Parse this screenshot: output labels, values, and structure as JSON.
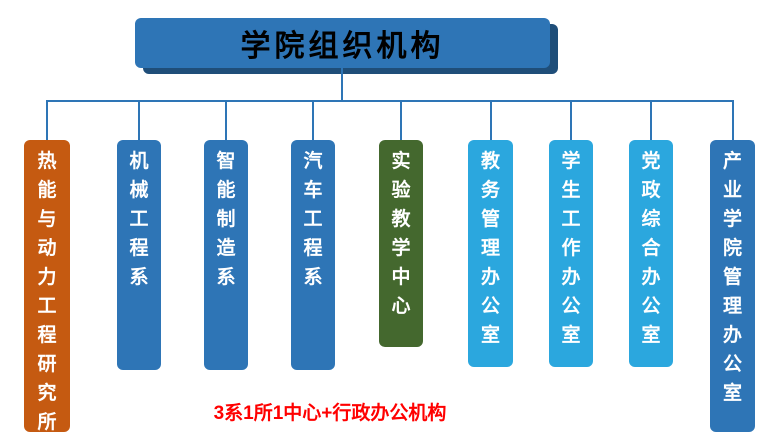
{
  "title": "学院组织机构",
  "footnote": "3系1所1中心+行政办公机构",
  "colors": {
    "header_fill": "#2E75B6",
    "header_shadow": "#1F4E79",
    "connector": "#2E75B6",
    "orange": "#C55A11",
    "steel_blue": "#2E75B6",
    "dark_green": "#44682E",
    "light_blue": "#2BA7DE",
    "footnote_red": "#FF0000"
  },
  "boxes": [
    {
      "label": "热能与动力工程研究所",
      "color": "#C55A11"
    },
    {
      "label": "机械工程系",
      "color": "#2E75B6"
    },
    {
      "label": "智能制造系",
      "color": "#2E75B6"
    },
    {
      "label": "汽车工程系",
      "color": "#2E75B6"
    },
    {
      "label": "实验教学中心",
      "color": "#44682E"
    },
    {
      "label": "教务管理办公室",
      "color": "#2BA7DE"
    },
    {
      "label": "学生工作办公室",
      "color": "#2BA7DE"
    },
    {
      "label": "党政综合办公室",
      "color": "#2BA7DE"
    },
    {
      "label": "产业学院管理办公室",
      "color": "#2E75B6"
    }
  ]
}
